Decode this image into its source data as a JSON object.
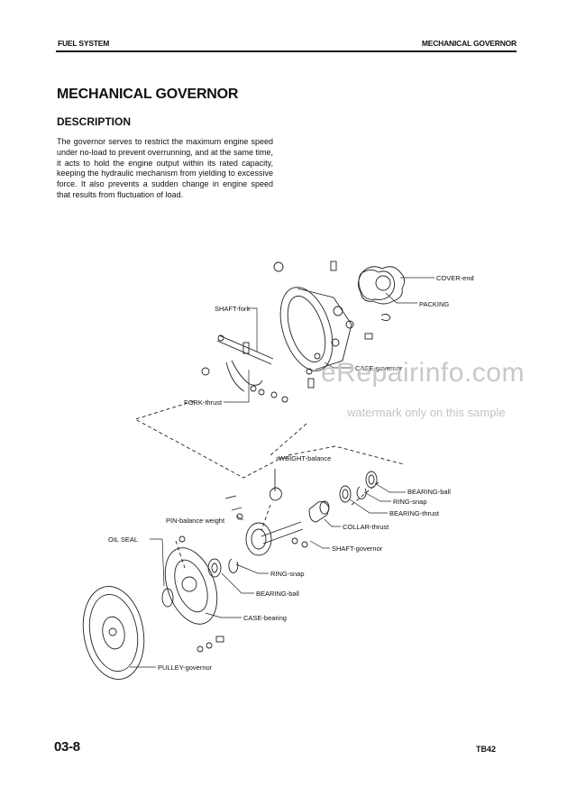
{
  "header": {
    "left": "FUEL SYSTEM",
    "right": "MECHANICAL GOVERNOR"
  },
  "title": "MECHANICAL GOVERNOR",
  "subtitle": "DESCRIPTION",
  "description": "The governor serves to restrict the maximum engine speed under no-load to prevent overrunning, and at the same time, it acts to hold the engine output within its rated capacity, keeping the hydraulic mechanism from yielding to excessive force. It also prevents a sudden change in engine speed that results from fluctuation of load.",
  "labels": {
    "cover_end": "COVER-end",
    "packing": "PACKING",
    "shaft_fork": "SHAFT-fork",
    "case_governor": "CASE-governor",
    "fork_thrust": "FORK-thrust",
    "weight_balance": "WEIGHT-balance",
    "bearing_ball_1": "BEARING-ball",
    "ring_snap_1": "RING-snap",
    "bearing_thrust": "BEARING-thrust",
    "pin_balance_weight": "PIN-balance weight",
    "collar_thrust": "COLLAR-thrust",
    "oil_seal": "OIL SEAL",
    "shaft_governor": "SHAFT-governor",
    "ring_snap_2": "RING-snap",
    "bearing_ball_2": "BEARING-ball",
    "case_bearing": "CASE-bearing",
    "pulley_governor": "PULLEY-governor"
  },
  "watermark": {
    "line1": "eRepairinfo.com",
    "line2": "watermark only on this sample"
  },
  "footer": {
    "page": "03-8",
    "code": "TB42"
  }
}
